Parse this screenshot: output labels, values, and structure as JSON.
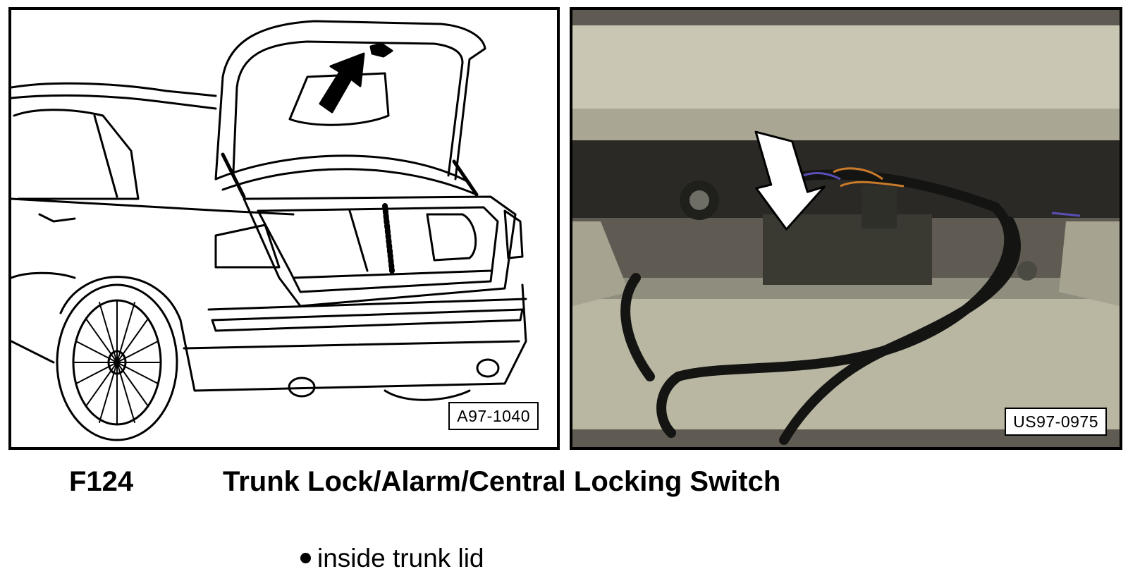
{
  "figures": {
    "left": {
      "label": "A97-1040"
    },
    "right": {
      "label": "US97-0975"
    }
  },
  "caption": {
    "code": "F124",
    "title": "Trunk Lock/Alarm/Central Locking Switch"
  },
  "location": {
    "bullet": "inside trunk lid"
  }
}
